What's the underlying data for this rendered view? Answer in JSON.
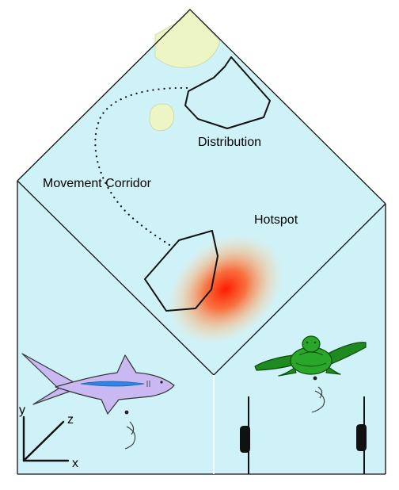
{
  "labels": {
    "distribution": "Distribution",
    "movement_corridor": "Movement Corridor",
    "hotspot": "Hotspot"
  },
  "axes": {
    "x": "x",
    "y": "y",
    "z": "z"
  },
  "colors": {
    "water": "#cff2f8",
    "land": "#eef5c4",
    "hotspot_core": "#ff1a00",
    "shark_body": "#c9b8f2",
    "shark_stripe": "#2b86e6",
    "turtle": "#1f8a1f",
    "outline": "#222222"
  },
  "icons": [
    "shark-icon",
    "sea-turtle-icon",
    "acoustic-receiver-icon",
    "acoustic-tag-signal-icon",
    "axes-icon"
  ]
}
